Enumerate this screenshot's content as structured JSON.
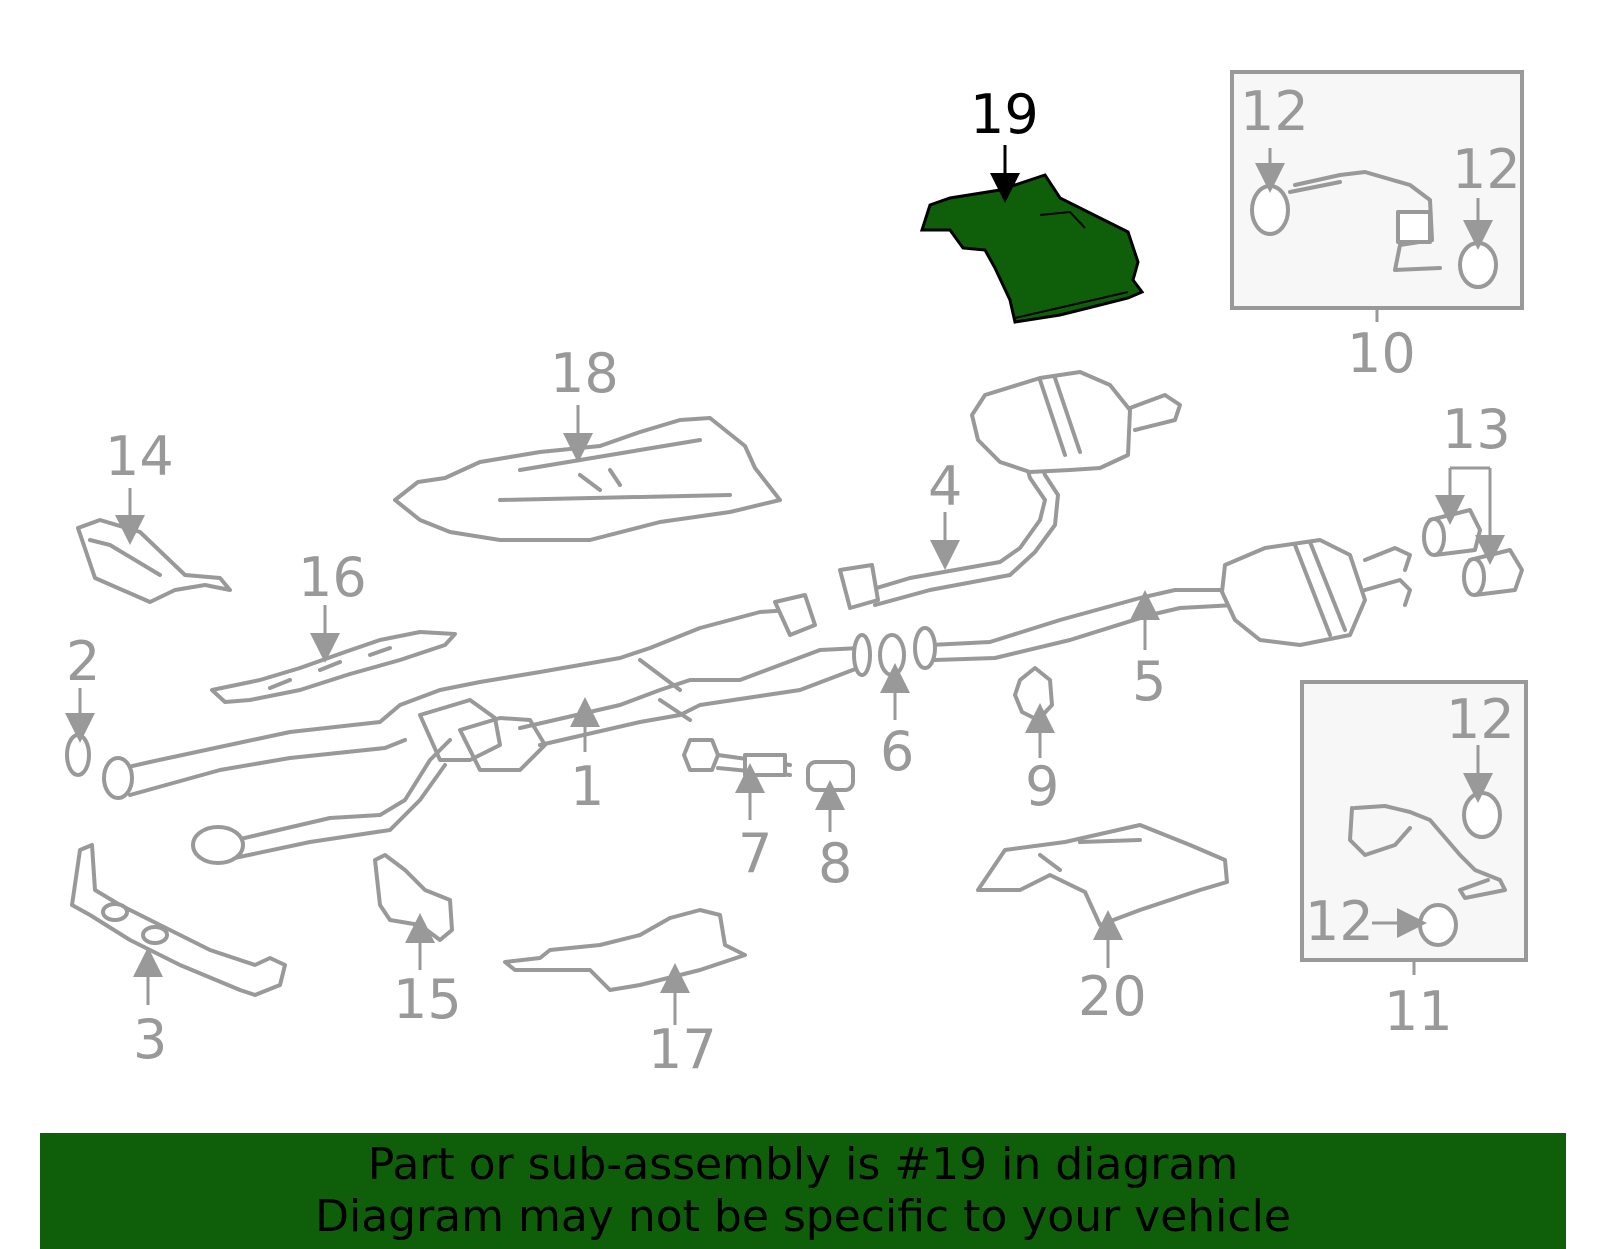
{
  "diagram": {
    "highlight_color": "#0f5f0a",
    "highlighted_part": "19",
    "callouts": {
      "c1": "1",
      "c2": "2",
      "c3": "3",
      "c4": "4",
      "c5": "5",
      "c6": "6",
      "c7": "7",
      "c8": "8",
      "c9": "9",
      "c10": "10",
      "c11": "11",
      "c12a": "12",
      "c12b": "12",
      "c12c": "12",
      "c12d": "12",
      "c13": "13",
      "c14": "14",
      "c15": "15",
      "c16": "16",
      "c17": "17",
      "c18": "18",
      "c19": "19",
      "c20": "20"
    }
  },
  "banner": {
    "line1": "Part or sub-assembly is #19 in diagram",
    "line2": "Diagram may not be specific to your vehicle",
    "background": "#0f5f0a"
  }
}
